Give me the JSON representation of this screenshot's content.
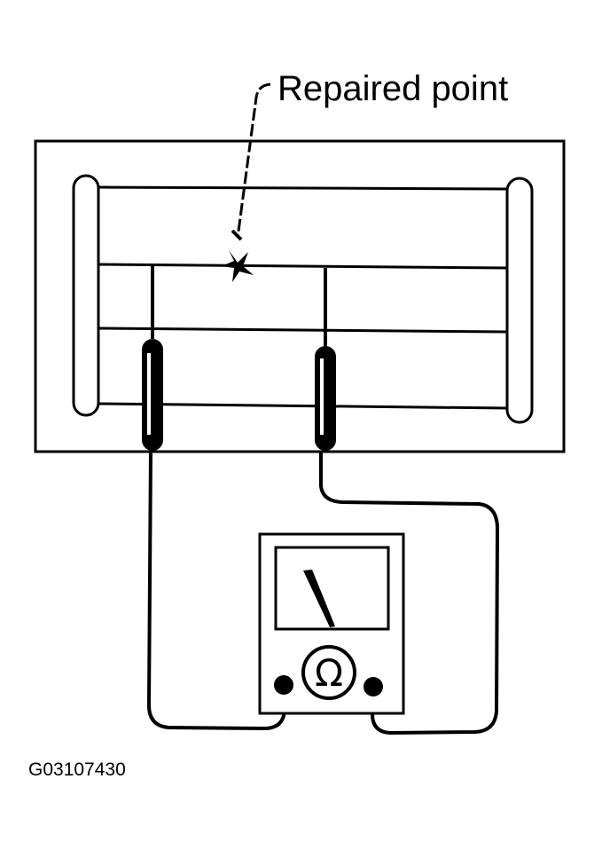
{
  "diagram": {
    "callout_label": "Repaired point",
    "figure_id": "G03107430",
    "meter_symbol": "Ω",
    "colors": {
      "ink": "#000000",
      "background": "#ffffff"
    }
  }
}
